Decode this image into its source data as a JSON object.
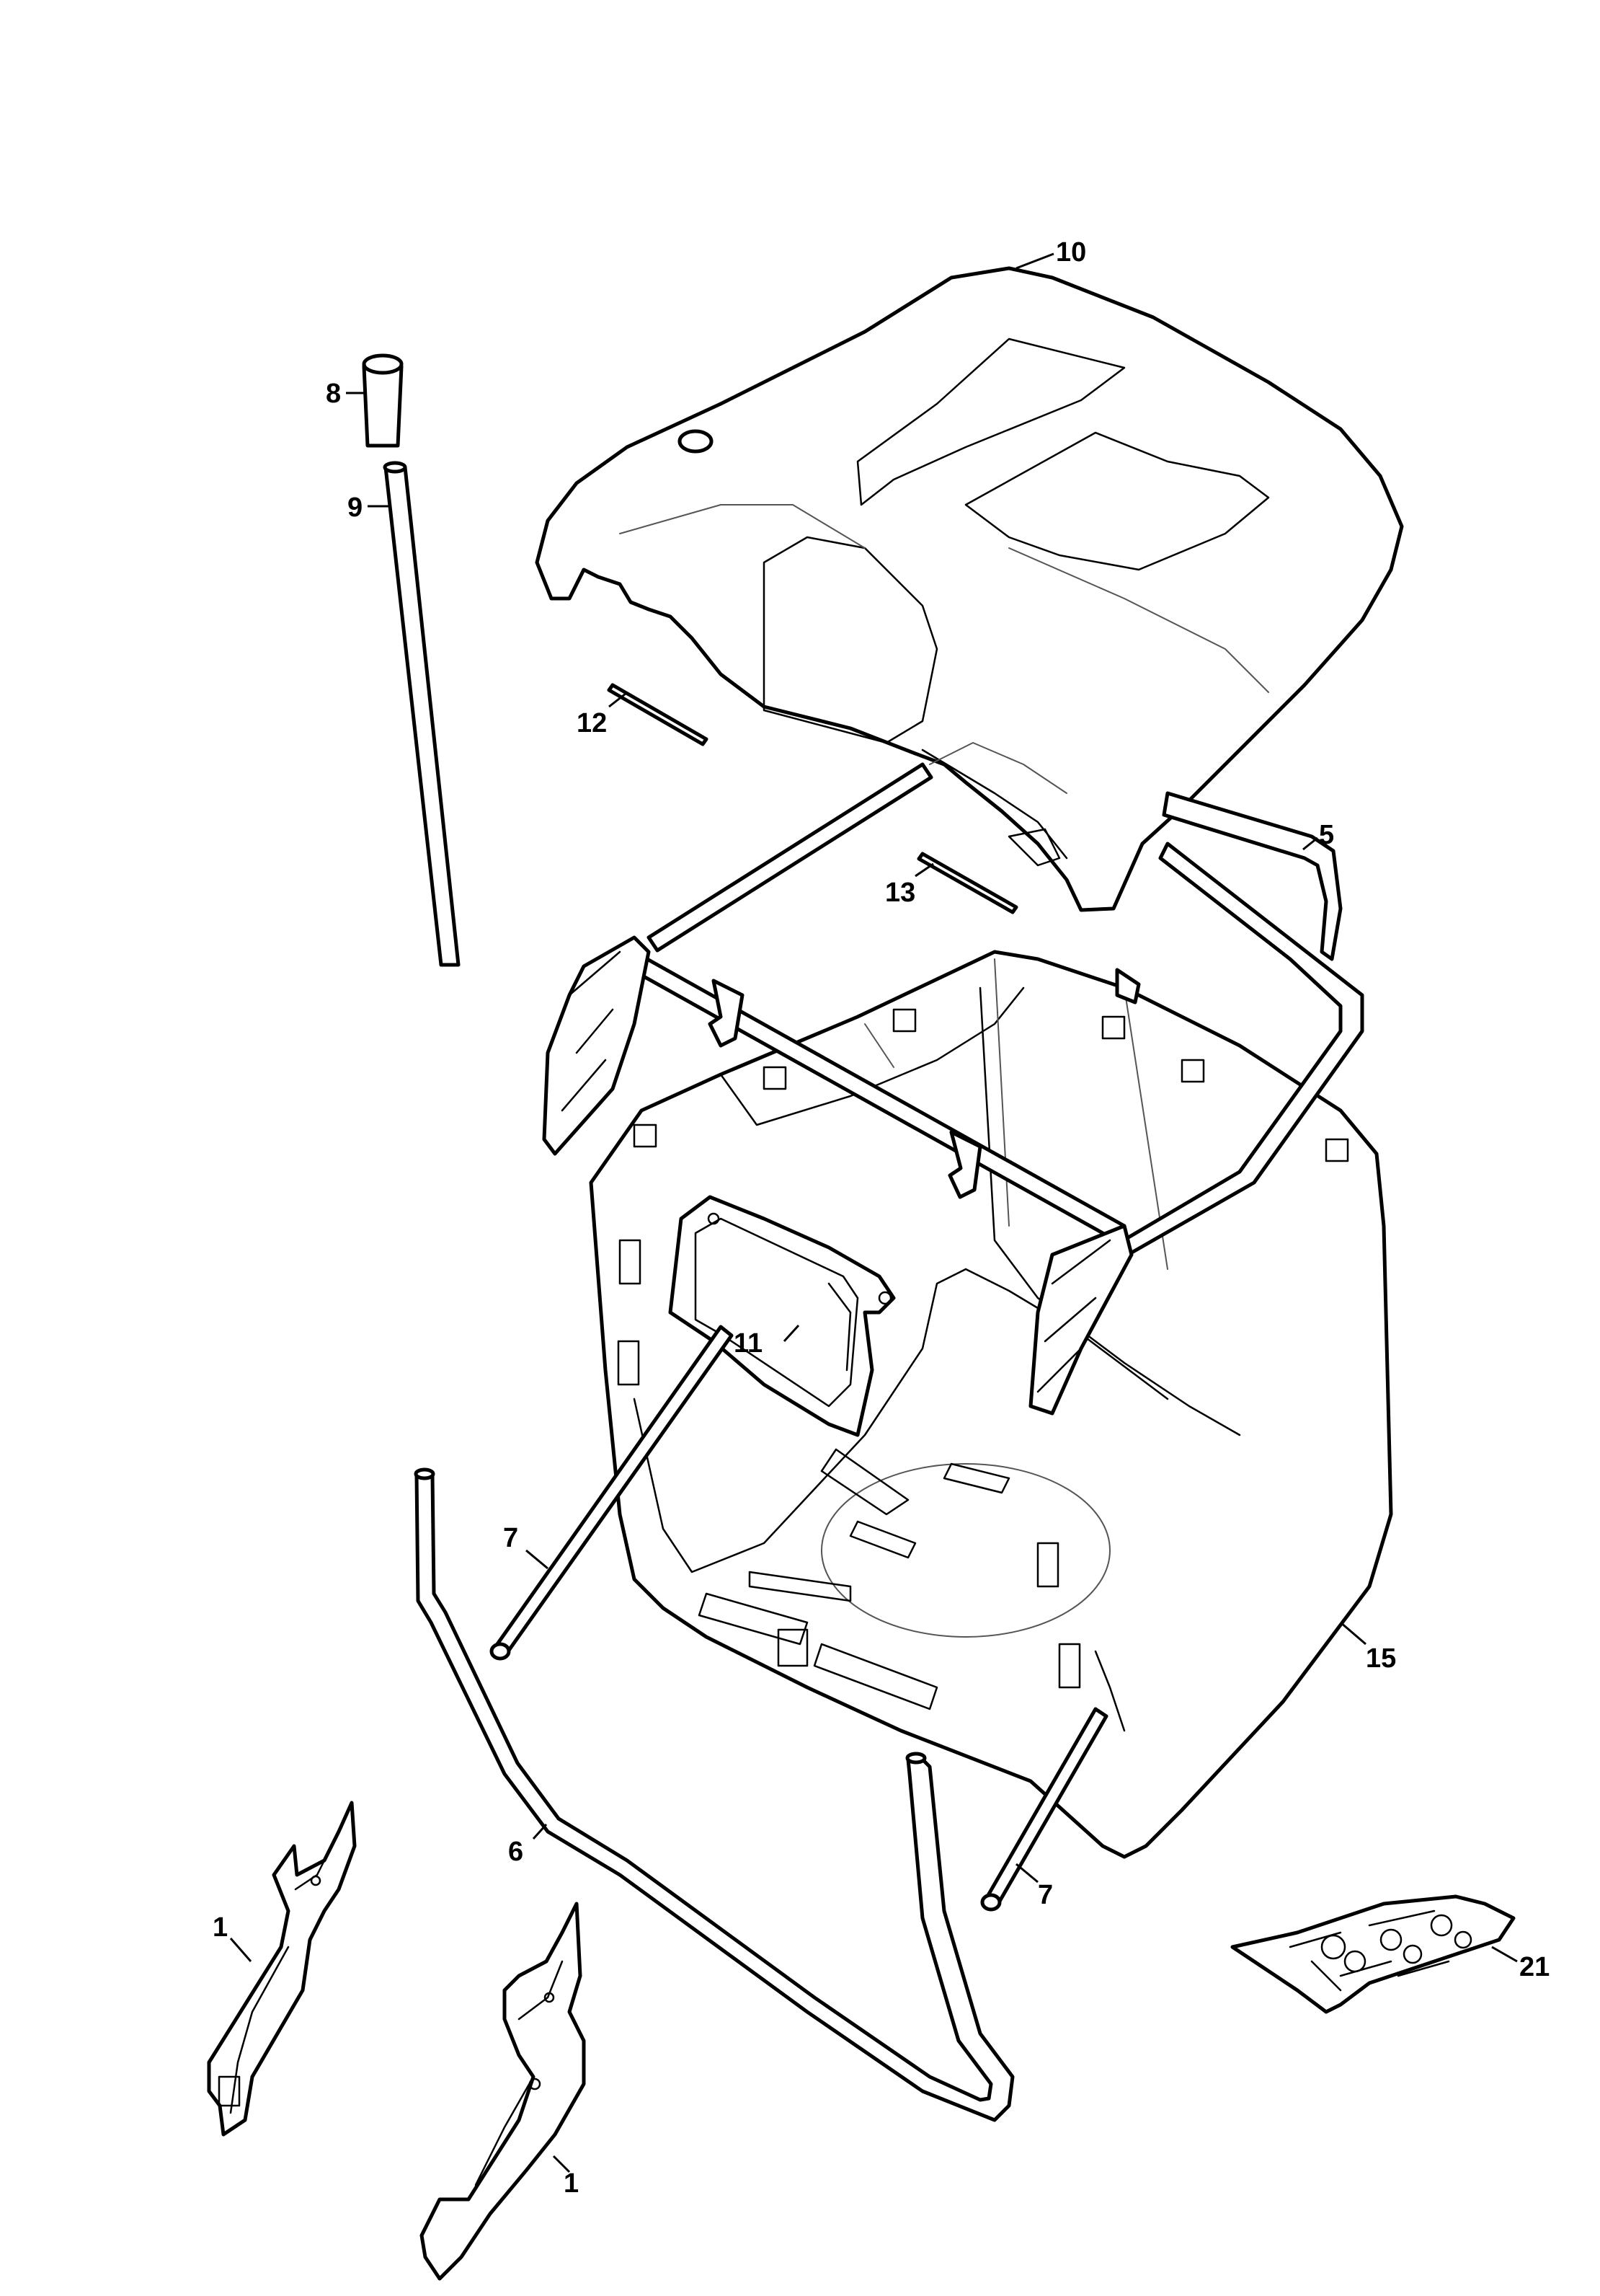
{
  "callouts": [
    {
      "id": "c10",
      "label": "10"
    },
    {
      "id": "c8",
      "label": "8"
    },
    {
      "id": "c9",
      "label": "9"
    },
    {
      "id": "c12",
      "label": "12"
    },
    {
      "id": "c13",
      "label": "13"
    },
    {
      "id": "c5",
      "label": "5"
    },
    {
      "id": "c11",
      "label": "11"
    },
    {
      "id": "c7a",
      "label": "7"
    },
    {
      "id": "c7b",
      "label": "7"
    },
    {
      "id": "c15",
      "label": "15"
    },
    {
      "id": "c6",
      "label": "6"
    },
    {
      "id": "c1a",
      "label": "1"
    },
    {
      "id": "c1b",
      "label": "1"
    },
    {
      "id": "c21",
      "label": "21"
    }
  ]
}
